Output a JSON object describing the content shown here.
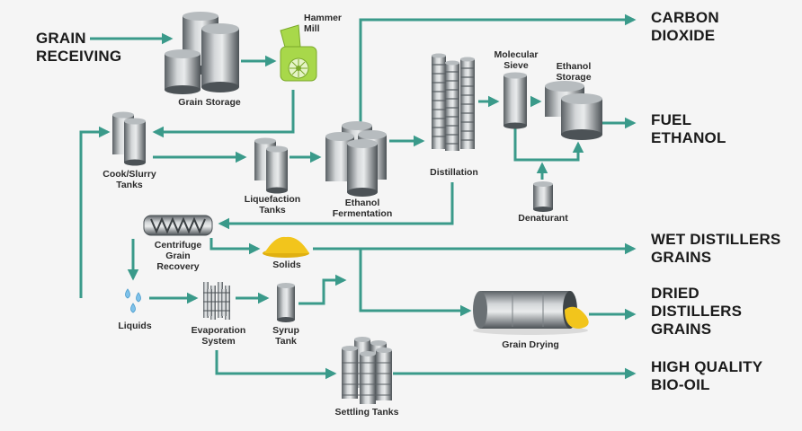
{
  "input": {
    "grain_receiving": "GRAIN\nRECEIVING"
  },
  "outputs": {
    "carbon_dioxide": "CARBON\nDIOXIDE",
    "fuel_ethanol": "FUEL\nETHANOL",
    "wet_distillers_grains": "WET DISTILLERS\nGRAINS",
    "dried_distillers_grains": "DRIED\nDISTILLERS\nGRAINS",
    "bio_oil": "HIGH QUALITY\nBIO-OIL"
  },
  "units": {
    "grain_storage": "Grain Storage",
    "hammer_mill": "Hammer\nMill",
    "cook_slurry": "Cook/Slurry\nTanks",
    "liquefaction": "Liquefaction\nTanks",
    "fermentation": "Ethanol\nFermentation",
    "distillation": "Distillation",
    "molecular_sieve": "Molecular\nSieve",
    "ethanol_storage": "Ethanol\nStorage",
    "denaturant": "Denaturant",
    "centrifuge": "Centrifuge\nGrain\nRecovery",
    "solids": "Solids",
    "liquids": "Liquids",
    "evaporation": "Evaporation\nSystem",
    "syrup_tank": "Syrup\nTank",
    "grain_drying": "Grain Drying",
    "settling_tanks": "Settling Tanks"
  },
  "colors": {
    "arrow": "#3a9a8a",
    "metal_dark": "#5c6266",
    "metal_light": "#c9cdd0",
    "grain": "#f2c51c",
    "mill": "#a8d84a",
    "droplet": "#7fc2ea",
    "background": "#f5f5f5"
  }
}
